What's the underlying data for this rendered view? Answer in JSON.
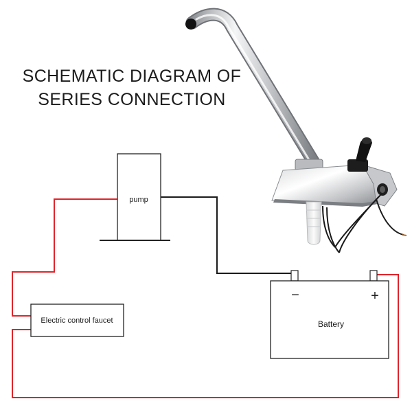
{
  "diagram": {
    "title_line_1": "SCHEMATIC DIAGRAM OF",
    "title_line_2": "SERIES CONNECTION",
    "components": {
      "pump": "pump",
      "faucet": "Electric control faucet",
      "battery": "Battery",
      "negative_terminal": "−",
      "positive_terminal": "+"
    },
    "colors": {
      "positive_wire": "#e0242a",
      "negative_wire": "#1a1a1a",
      "outline": "#222222"
    },
    "icons": {
      "faucet_photo": "faucet-with-toggle-switch-icon"
    }
  }
}
